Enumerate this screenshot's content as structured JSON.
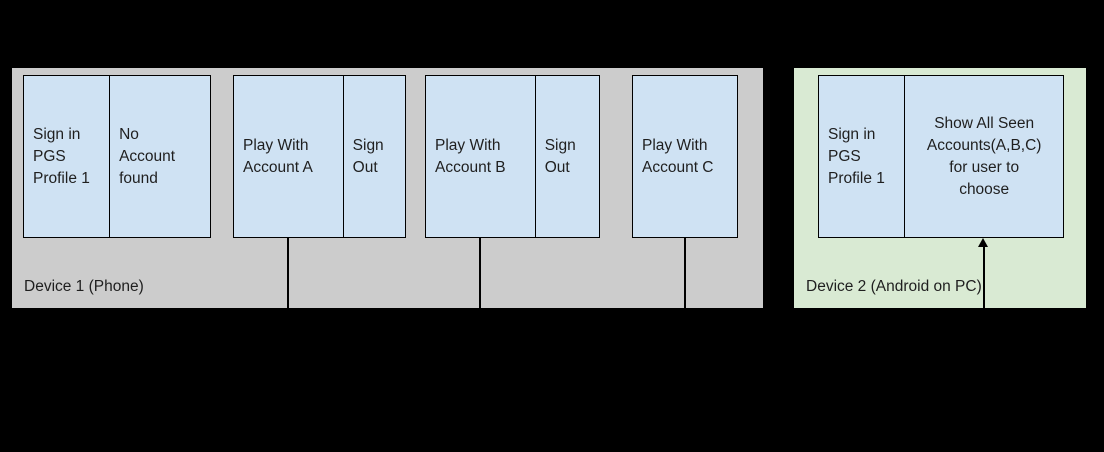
{
  "device1": {
    "label": "Device 1 (Phone)",
    "steps": [
      {
        "action": "Sign in\nPGS\nProfile 1",
        "result": "No\nAccount\nfound"
      },
      {
        "action": "Play With\nAccount A",
        "result": "Sign\nOut"
      },
      {
        "action": "Play With\nAccount B",
        "result": "Sign\nOut"
      },
      {
        "action": "Play With\nAccount C"
      }
    ]
  },
  "device2": {
    "label": "Device 2 (Android on PC)",
    "steps": [
      {
        "action": "Sign in\nPGS\nProfile 1",
        "result": "Show All Seen\nAccounts(A,B,C)\nfor user to\nchoose"
      }
    ]
  },
  "connectors": {
    "from_account_a": "line-down",
    "from_account_b": "line-down",
    "from_account_c": "line-down",
    "into_show_accounts": "arrow-up"
  },
  "colors": {
    "background": "#000000",
    "device1_bg": "#cccccc",
    "device2_bg": "#d9ead3",
    "box_bg": "#cfe2f3",
    "border": "#000000",
    "text": "#1f1f1f"
  }
}
